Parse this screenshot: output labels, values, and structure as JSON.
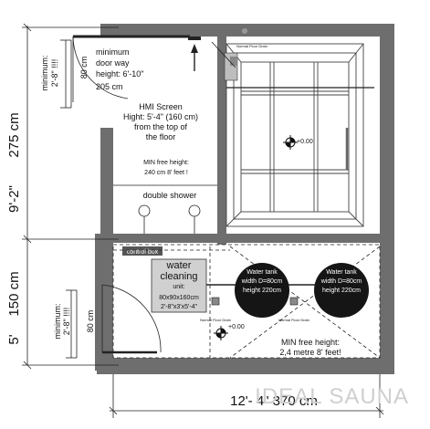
{
  "dimensions": {
    "upper_height": "275 cm",
    "upper_height_ft": "9'-2\"",
    "lower_height": "150 cm",
    "lower_height_ft": "5'",
    "total_width": "12'- 4\"  370 cm"
  },
  "upper_door": {
    "clearance_min": "minimum:",
    "clearance_ft": "2'-8\" !!!!",
    "width_cm": "80 cm",
    "note_line1": "minimum",
    "note_line2": "door way",
    "note_line3": "height: 6'-10\"",
    "note_line4": "205 cm"
  },
  "hmi": {
    "line1": "HMI Screen",
    "line2": "Hight: 5'-4\" (160 cm)",
    "line3": "from the top of",
    "line4": "the floor"
  },
  "upper_room": {
    "free_height_line1": "MIN free height:",
    "free_height_line2": "240 cm 8' feet !",
    "shower_label": "double shower",
    "floor_drain": "Normal Floor Drain",
    "level_mark": "+0.00"
  },
  "lower_room": {
    "control_box": "control box",
    "water_unit_line1": "water",
    "water_unit_line2": "cleaning",
    "water_unit_line3": "unit:",
    "water_unit_line4": "80x90x160cm",
    "water_unit_line5": "2'-8\"x3'x5'-4\"",
    "door_clearance_min": "minimum:",
    "door_clearance_ft": "2'-8\" !!!!",
    "door_width_cm": "80 cm",
    "floor_drain": "Normal Floor Drain",
    "level_mark": "+0.00",
    "tank_left": [
      "Water tank",
      "width D=80cm",
      "height 220cm"
    ],
    "tank_right": [
      "Water tank",
      "width D=80cm",
      "height 220cm"
    ],
    "free_height_line1": "MIN free height:",
    "free_height_line2": "2,4 metre 8' feet!"
  },
  "watermark": "IDEAL SAUNA"
}
